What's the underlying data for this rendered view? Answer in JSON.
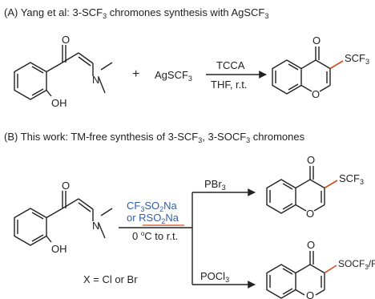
{
  "section_a": {
    "heading": "(A) Yang et al: 3-SCF3 chromones synthesis with AgSCF3",
    "heading_parts": {
      "prefix": "(A) Yang et al: 3-SCF",
      "sub1": "3",
      "mid": " chromones synthesis with AgSCF",
      "sub2": "3"
    },
    "plus": "+",
    "reagent": {
      "main": "AgSCF",
      "sub": "3"
    },
    "arrow_top": "TCCA",
    "arrow_bottom": "THF, r.t.",
    "product_group": {
      "main": "SCF",
      "sub": "3"
    }
  },
  "section_b": {
    "heading": "(B) This work: TM-free synthesis of 3-SCF3, 3-SOCF3 chromones",
    "heading_parts": {
      "prefix": "(B) This work: TM-free synthesis of 3-SCF",
      "sub1": "3",
      "mid": ", 3-SOCF",
      "sub2": "3",
      "suffix": " chromones"
    },
    "reagent_line1": {
      "a": "CF",
      "s1": "3",
      "b": "SO",
      "s2": "2",
      "c": "Na"
    },
    "reagent_line2": {
      "a": "or RSO",
      "s1": "2",
      "b": "Na"
    },
    "condition": {
      "a": "0 ",
      "sup": "o",
      "b": "C to r.t."
    },
    "upper_reagent": {
      "main": "PBr",
      "sub": "3"
    },
    "lower_reagent": {
      "main": "POCl",
      "sub": "3"
    },
    "x_label": "X = Cl or Br",
    "upper_product_group": {
      "main": "SCF",
      "sub": "3"
    },
    "lower_product_group": {
      "main": "SOCF",
      "sub": "3",
      "tail": "/R"
    }
  },
  "atom_labels": {
    "oh": "OH",
    "n": "N",
    "ring_o": "O",
    "carbonyl_o": "O"
  },
  "colors": {
    "bond": "#222222",
    "highlight": "#d24b1a",
    "reagent_blue": "#2f5fa8"
  }
}
